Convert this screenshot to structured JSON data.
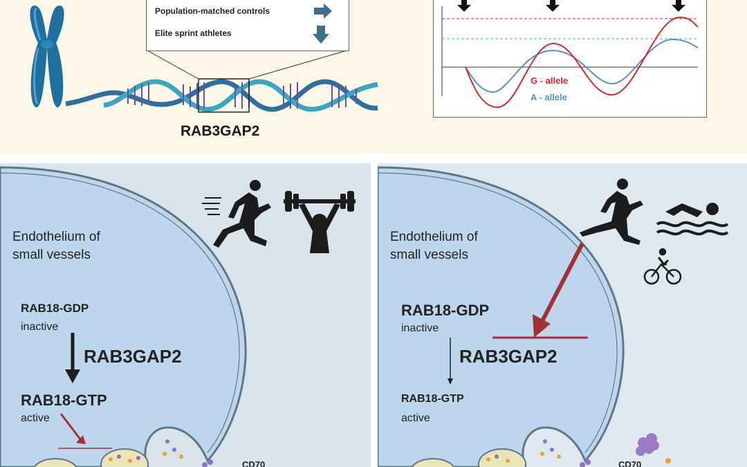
{
  "top": {
    "gene_label": "RAB3GAP2",
    "legend": [
      {
        "label": "Population-matched controls",
        "arrow": "right-arrow"
      },
      {
        "label": "Elite sprint athletes",
        "arrow": "down-arrow"
      }
    ],
    "graph": {
      "g_allele": "G - allele",
      "a_allele": "A - allele",
      "g_color": "#d7272c",
      "a_color": "#5b8ec9"
    }
  },
  "left_panel": {
    "tissue_line1": "Endothelium of",
    "tissue_line2": "small vessels",
    "rab18_gdp": "RAB18-GDP",
    "gdp_state": "inactive",
    "gap_label": "RAB3GAP2",
    "rab18_gtp": "RAB18-GTP",
    "gtp_state": "active",
    "cd70": "CD70",
    "icons": [
      "sprinter-icon",
      "weightlifter-icon"
    ]
  },
  "right_panel": {
    "tissue_line1": "Endothelium of",
    "tissue_line2": "small vessels",
    "rab18_gdp": "RAB18-GDP",
    "gdp_state": "inactive",
    "gap_label": "RAB3GAP2",
    "rab18_gtp": "RAB18-GTP",
    "gtp_state": "active",
    "cd70": "CD70",
    "icons": [
      "runner-icon",
      "swimmer-icon",
      "cyclist-icon"
    ]
  },
  "colors": {
    "dna_blue": "#2d6f9e",
    "dna_teal": "#3aa7c1",
    "cell_fill": "#bdd6ee",
    "membrane": "#5c7787",
    "inhibition_red": "#a23232",
    "arrow_dark": "#1e1e1e"
  }
}
